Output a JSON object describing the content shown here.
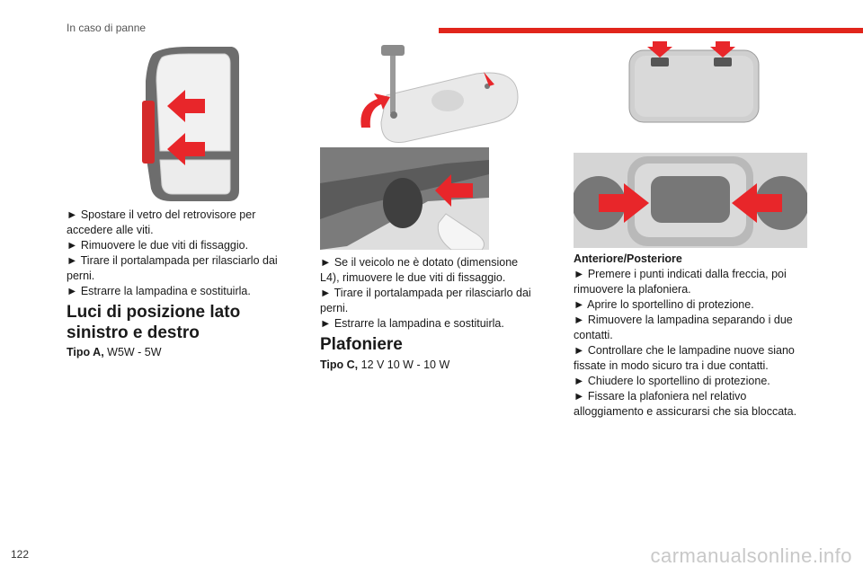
{
  "header": {
    "section": "In caso di panne"
  },
  "colors": {
    "accent": "#e1251b",
    "arrow": "#e8262a",
    "metal": "#6f6f6f",
    "light": "#e6e6e6"
  },
  "col1": {
    "instructions": [
      "► Spostare il vetro del retrovisore per accedere alle viti.",
      "► Rimuovere le due viti di fissaggio.",
      "► Tirare il portalampada per rilasciarlo dai perni.",
      "► Estrarre la lampadina e sostituirla."
    ],
    "title_line1": "Luci di posizione lato",
    "title_line2": "sinistro e destro",
    "type_label": "Tipo A,",
    "type_value": " W5W - 5W"
  },
  "col2": {
    "instructions": [
      "► Se il veicolo ne è dotato (dimensione L4), rimuovere le due viti di fissaggio.",
      "► Tirare il portalampada per rilasciarlo dai perni.",
      "► Estrarre la lampadina e sostituirla."
    ],
    "title": "Plafoniere",
    "type_label": "Tipo C,",
    "type_value": " 12 V 10 W - 10 W"
  },
  "col3": {
    "subtitle": "Anteriore/Posteriore",
    "instructions": [
      "► Premere i punti indicati dalla freccia, poi rimuovere la plafoniera.",
      "► Aprire lo sportellino di protezione.",
      "► Rimuovere la lampadina separando i due contatti.",
      "► Controllare che le lampadine nuove siano fissate in modo sicuro tra i due contatti.",
      "► Chiudere lo sportellino di protezione.",
      "► Fissare la plafoniera nel relativo alloggiamento e assicurarsi che sia bloccata."
    ]
  },
  "footer": {
    "page_number": "122",
    "watermark": "carmanualsonline.info"
  }
}
